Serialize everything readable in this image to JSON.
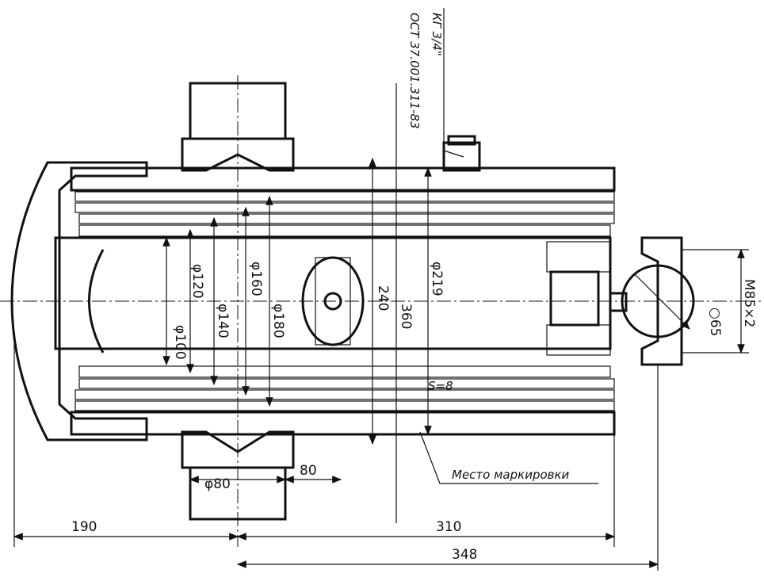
{
  "drawing": {
    "dimensions": {
      "d120": "φ120",
      "d140": "φ140",
      "d160": "φ160",
      "d180": "φ180",
      "d100": "φ100",
      "d240": "240",
      "d360": "360",
      "d219": "φ219",
      "d80_diam": "φ80",
      "len80": "80",
      "len190": "190",
      "len310": "310",
      "len348": "348",
      "ball65": "○65",
      "thread": "M85×2",
      "s8": "S=8"
    },
    "annotations": {
      "fitting_line1": "КГ 3/4\"",
      "fitting_line2": "ОСТ 37.001.311-83",
      "marking_place": "Место маркировки"
    }
  }
}
